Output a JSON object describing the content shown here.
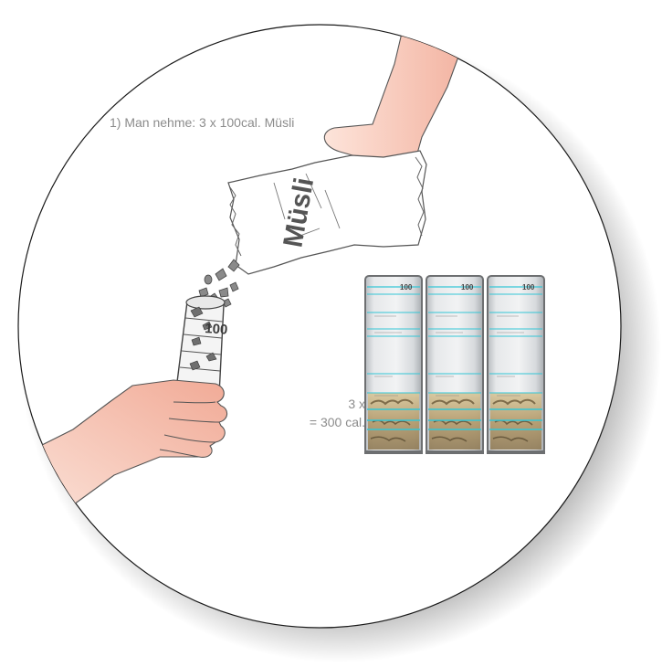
{
  "instruction": "1) Man nehme: 3 x 100cal. Müsli",
  "bag_label": "Müsli",
  "cup_label": "100",
  "jar_label": "100",
  "jar_count_text": "3 x",
  "total_text": "= 300 cal.",
  "jars": [
    {
      "id": "jar-1"
    },
    {
      "id": "jar-2"
    },
    {
      "id": "jar-3"
    }
  ],
  "colors": {
    "skin": "#f6cabb",
    "skin_shade": "#f3b7a6",
    "outline": "#555555",
    "caption": "#8c8c8c",
    "cyan_line": "#34c6d6",
    "jar_glass": "#d3d6d9",
    "jar_frame": "#6d6f71"
  }
}
